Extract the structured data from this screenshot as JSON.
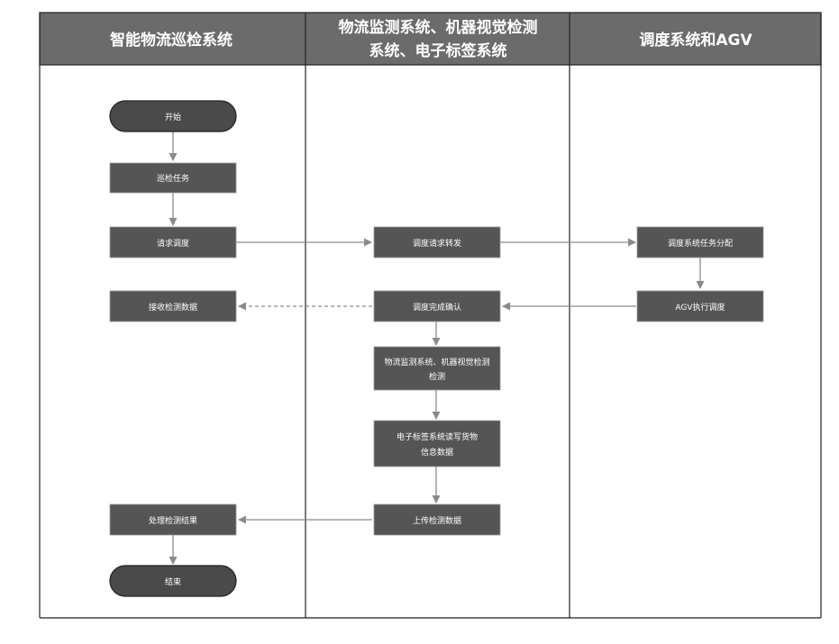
{
  "colors": {
    "header_band": "#6b6b6b",
    "node_fill": "#555555",
    "terminal_fill": "#4a4a4a",
    "line": "#222222",
    "edge": "#8a8a8a"
  },
  "lanes": [
    {
      "title_lines": [
        "智能物流巡检系统"
      ]
    },
    {
      "title_lines": [
        "物流监测系统、机器视觉检测",
        "系统、电子标签系统"
      ]
    },
    {
      "title_lines": [
        "调度系统和AGV"
      ]
    }
  ],
  "nodes": {
    "start": "开始",
    "lane1_task": "巡检任务",
    "lane1_request": "请求调度",
    "lane1_receive": "接收检测数据",
    "lane1_result": "处理检测结果",
    "end": "结束",
    "lane2_relay": "调度请求转发",
    "lane2_confirm": "调度完成确认",
    "lane2_detect_line1": "物流监测系统、机器视觉检测",
    "lane2_detect_line2": "检测",
    "lane2_tag_line1": "电子标签系统读写货物",
    "lane2_tag_line2": "信息数据",
    "lane2_upload": "上传检测数据",
    "lane3_dispatch": "调度系统任务分配",
    "lane3_agv": "AGV执行调度"
  }
}
